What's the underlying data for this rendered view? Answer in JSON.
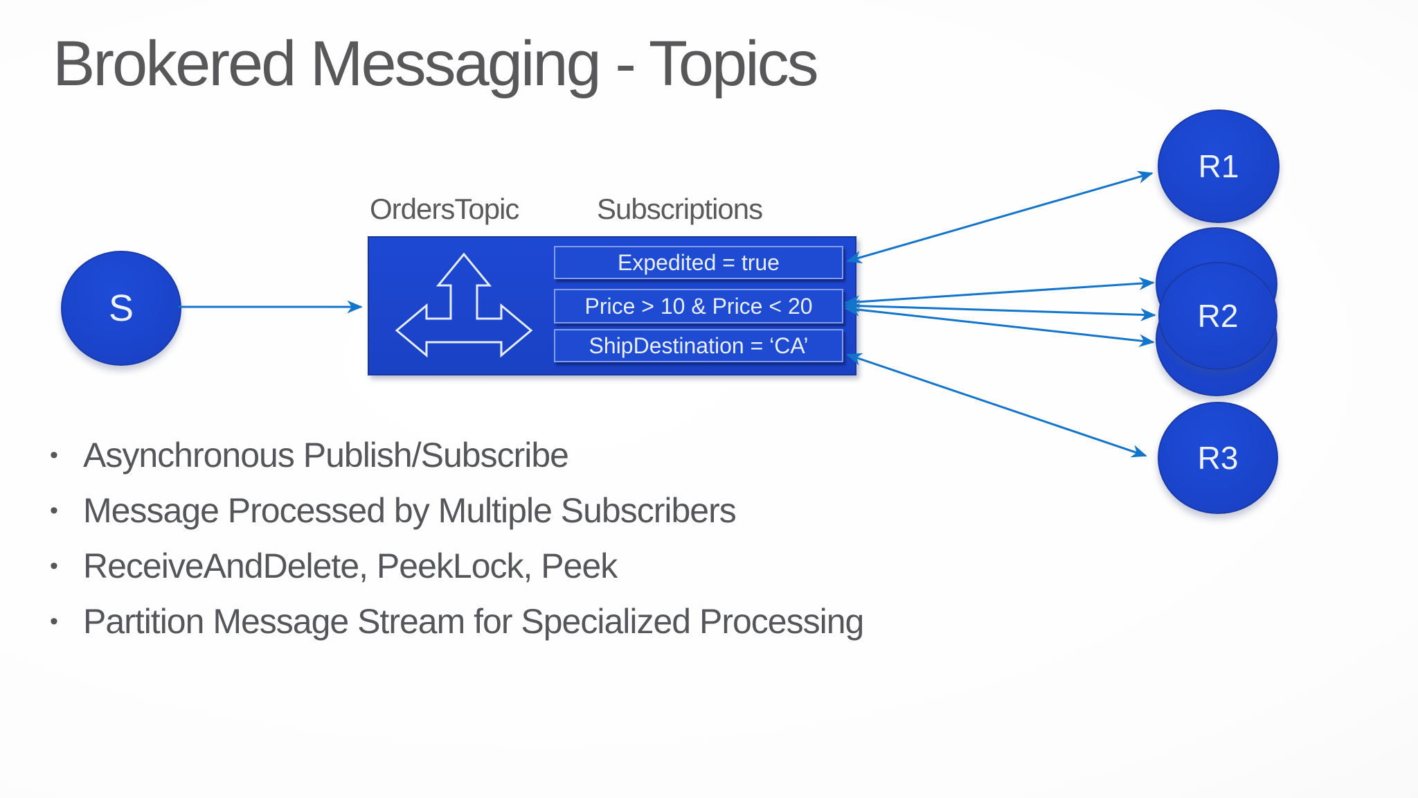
{
  "slide": {
    "title": "Brokered Messaging - Topics",
    "bullet_char": "•",
    "bullets": [
      "Asynchronous Publish/Subscribe",
      "Message Processed by Multiple Subscribers",
      "ReceiveAndDelete, PeekLock, Peek",
      "Partition Message Stream for Specialized Processing"
    ]
  },
  "diagram": {
    "topic_label": "OrdersTopic",
    "subscriptions_label": "Subscriptions",
    "sender": {
      "label": "S"
    },
    "subscriptions": [
      {
        "label": "Expedited = true"
      },
      {
        "label": "Price > 10 & Price < 20"
      },
      {
        "label": "ShipDestination = ‘CA’"
      }
    ],
    "receivers": [
      {
        "label": "R1"
      },
      {
        "label": "R2"
      },
      {
        "label": "R3"
      }
    ],
    "icons": {
      "branch": "left-right-up-arrow-icon"
    },
    "colors": {
      "shape_fill": "#1b44ca",
      "shape_border": "#1b3aa9",
      "row_fill": "#1e4bd2",
      "row_border": "#96acf0",
      "connector": "#1274cb",
      "label_gray": "#5a5a5c",
      "title_gray": "#58585a",
      "text_on_blue": "#e8eefc"
    }
  }
}
